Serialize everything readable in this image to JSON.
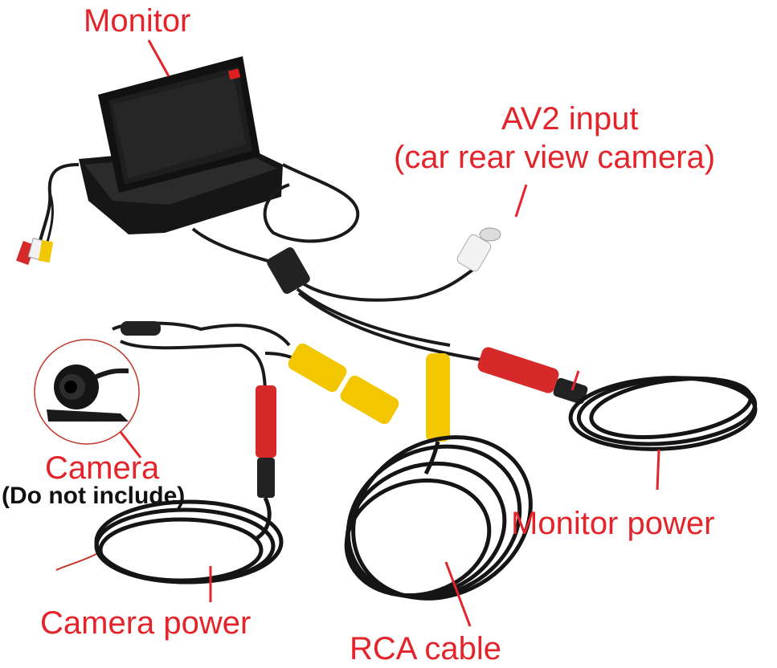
{
  "labels": {
    "monitor": "Monitor",
    "av2_line1": "AV2 input",
    "av2_line2": "(car rear view camera)",
    "camera": "Camera",
    "camera_note": "(Do not include)",
    "monitor_power": "Monitor power",
    "camera_power": "Camera power",
    "rca_cable": "RCA cable"
  },
  "colors": {
    "label": "#e3242b",
    "note": "#111111",
    "cable": "#1a1a1a",
    "plug_red": "#d62a2a",
    "plug_yellow": "#f2c600",
    "plug_white": "#f2f2f2"
  }
}
